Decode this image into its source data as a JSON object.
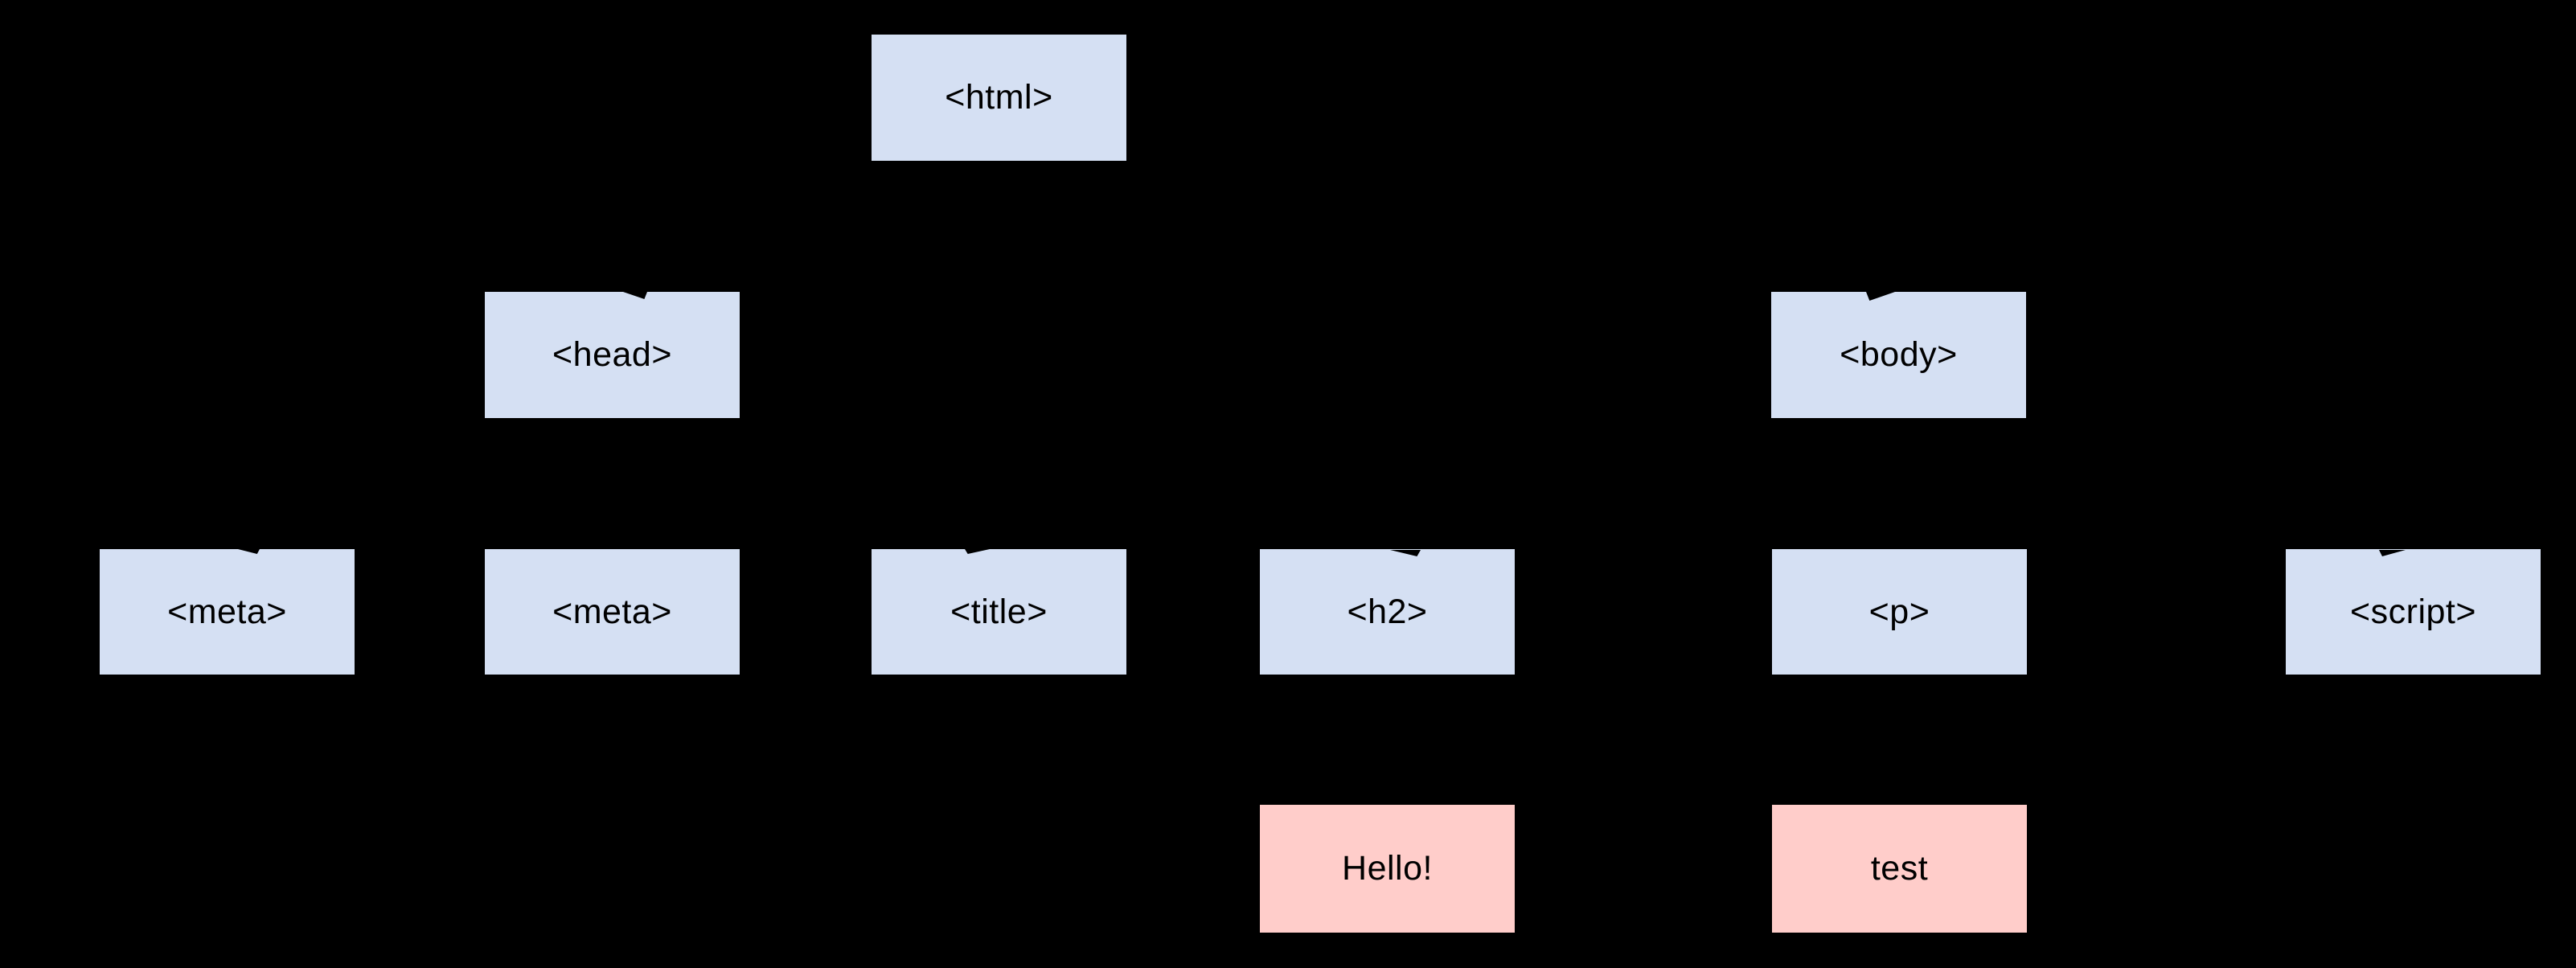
{
  "diagram": {
    "kind": "dom-tree",
    "background": "#000000",
    "colors": {
      "element_node_fill": "#d5e0f3",
      "text_node_fill": "#ffcdca",
      "node_text": "#000000",
      "edge": "#000000"
    },
    "nodes": [
      {
        "id": "html",
        "label": "<html>",
        "type": "element"
      },
      {
        "id": "head",
        "label": "<head>",
        "type": "element"
      },
      {
        "id": "body",
        "label": "<body>",
        "type": "element"
      },
      {
        "id": "meta-1",
        "label": "<meta>",
        "type": "element"
      },
      {
        "id": "meta-2",
        "label": "<meta>",
        "type": "element"
      },
      {
        "id": "title",
        "label": "<title>",
        "type": "element"
      },
      {
        "id": "h2",
        "label": "<h2>",
        "type": "element"
      },
      {
        "id": "p",
        "label": "<p>",
        "type": "element"
      },
      {
        "id": "script-node",
        "label": "<script>",
        "type": "element"
      },
      {
        "id": "hello-text",
        "label": "Hello!",
        "type": "text"
      },
      {
        "id": "test-text",
        "label": "test",
        "type": "text"
      }
    ],
    "edges": [
      {
        "from": "html",
        "to": "head"
      },
      {
        "from": "html",
        "to": "body"
      },
      {
        "from": "head",
        "to": "meta-1"
      },
      {
        "from": "head",
        "to": "meta-2"
      },
      {
        "from": "head",
        "to": "title"
      },
      {
        "from": "body",
        "to": "h2"
      },
      {
        "from": "body",
        "to": "p"
      },
      {
        "from": "body",
        "to": "script-node"
      },
      {
        "from": "h2",
        "to": "hello-text"
      },
      {
        "from": "p",
        "to": "test-text"
      }
    ]
  }
}
